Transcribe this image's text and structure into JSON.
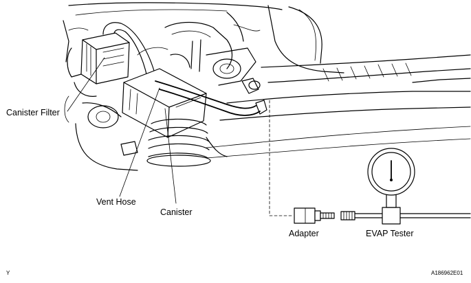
{
  "labels": {
    "canister_filter": "Canister Filter",
    "vent_hose": "Vent Hose",
    "canister": "Canister",
    "adapter": "Adapter",
    "evap_tester": "EVAP Tester"
  },
  "corner": {
    "left_mark": "Y",
    "figure_code": "A186962E01"
  },
  "icons": [
    "pressure-gauge-icon",
    "adapter-fitting-icon"
  ]
}
